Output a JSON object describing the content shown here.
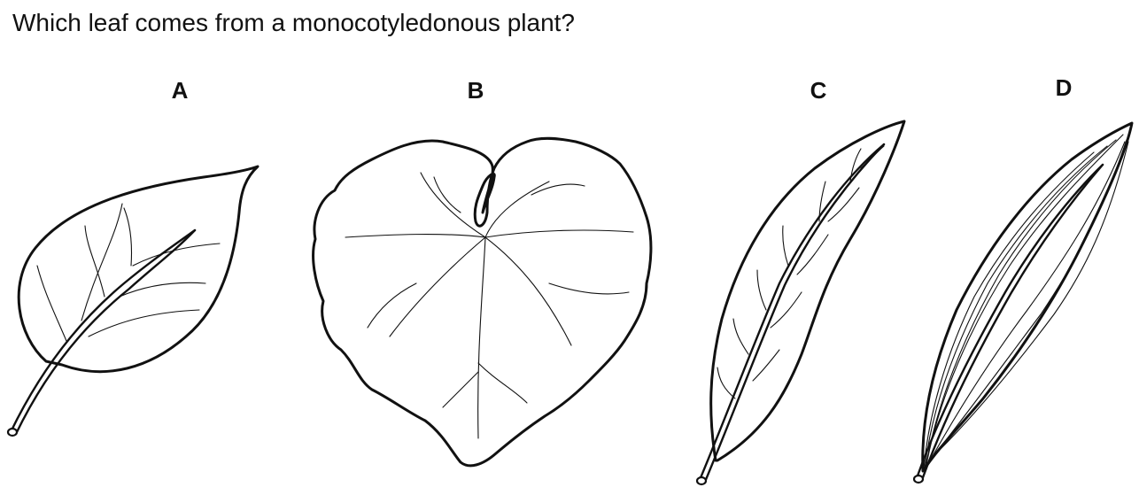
{
  "question": {
    "text": "Which leaf comes from a monocotyledonous plant?"
  },
  "options": [
    {
      "label": "A"
    },
    {
      "label": "B"
    },
    {
      "label": "C"
    },
    {
      "label": "D"
    }
  ],
  "colors": {
    "line": "#111111",
    "background": "#ffffff"
  }
}
